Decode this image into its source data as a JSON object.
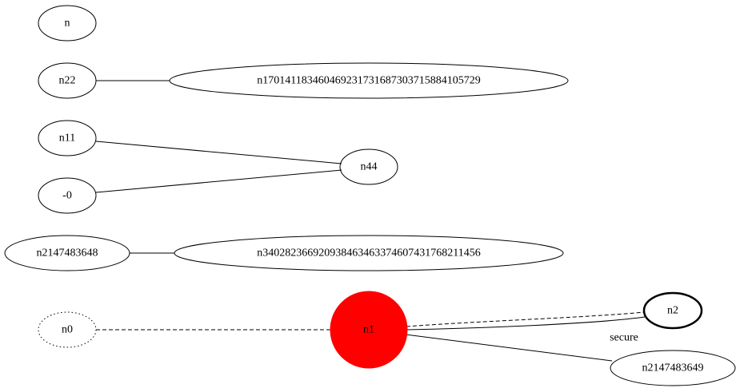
{
  "nodes": [
    {
      "id": "n",
      "label": "n",
      "style": "solid"
    },
    {
      "id": "n22",
      "label": "n22",
      "style": "solid"
    },
    {
      "id": "n170",
      "label": "n170141183460469231731687303715884105729",
      "style": "solid"
    },
    {
      "id": "n11",
      "label": "n11",
      "style": "solid"
    },
    {
      "id": "n44",
      "label": "n44",
      "style": "solid"
    },
    {
      "id": "neg0",
      "label": "-0",
      "style": "solid"
    },
    {
      "id": "n2147483648",
      "label": "n2147483648",
      "style": "solid"
    },
    {
      "id": "n340",
      "label": "n340282366920938463463374607431768211456",
      "style": "solid"
    },
    {
      "id": "n0",
      "label": "n0",
      "style": "dotted"
    },
    {
      "id": "n1",
      "label": "n1",
      "style": "filled",
      "fill": "#ff0000"
    },
    {
      "id": "n2",
      "label": "n2",
      "style": "bold"
    },
    {
      "id": "n2147483649",
      "label": "n2147483649",
      "style": "solid"
    }
  ],
  "edges": [
    {
      "from": "n22",
      "to": "n170",
      "style": "solid"
    },
    {
      "from": "n11",
      "to": "n44",
      "style": "solid"
    },
    {
      "from": "neg0",
      "to": "n44",
      "style": "solid"
    },
    {
      "from": "n2147483648",
      "to": "n340",
      "style": "solid"
    },
    {
      "from": "n0",
      "to": "n1",
      "style": "dashed"
    },
    {
      "from": "n1",
      "to": "n2",
      "style": "dashed"
    },
    {
      "from": "n1",
      "to": "n2",
      "style": "solid",
      "label": "secure"
    },
    {
      "from": "n1",
      "to": "n2147483649",
      "style": "solid"
    }
  ],
  "colors": {
    "stroke": "#000000",
    "highlight_fill": "#ff0000",
    "background": "#ffffff"
  }
}
